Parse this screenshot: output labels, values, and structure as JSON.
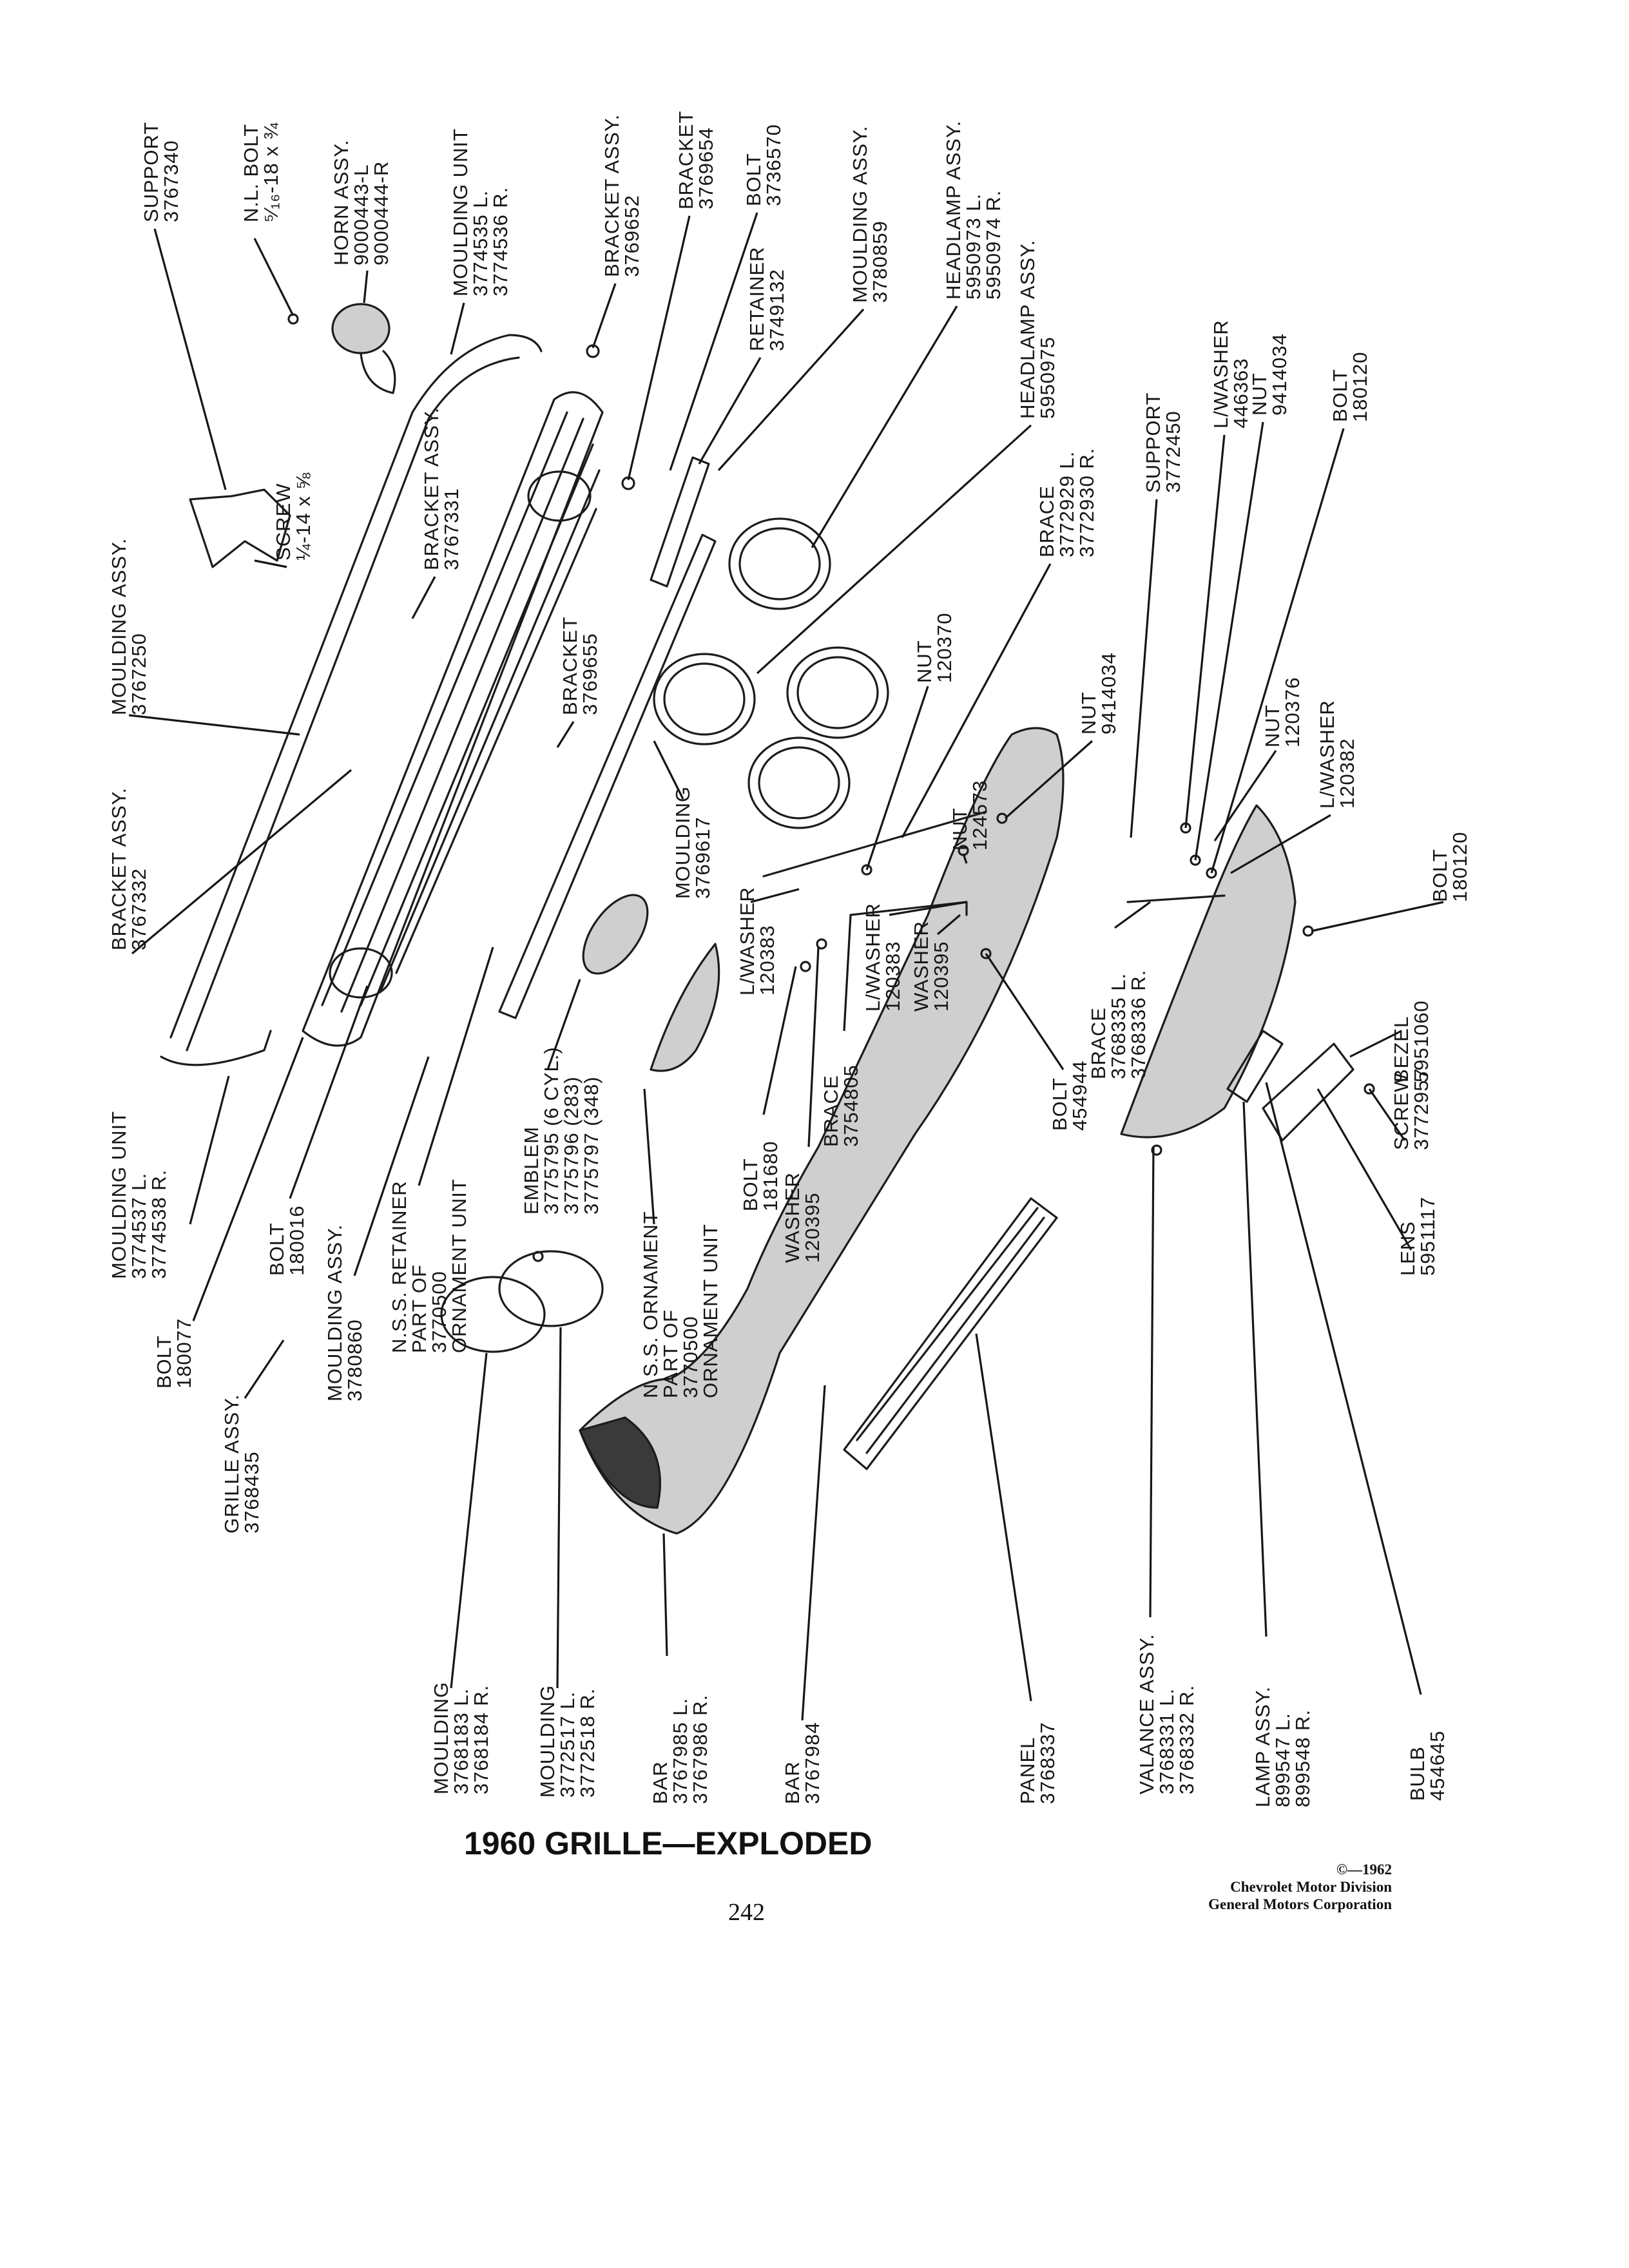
{
  "caption": "1960 GRILLE—EXPLODED",
  "page_number": "242",
  "copyright": {
    "line1": "©—1962",
    "line2": "Chevrolet Motor Division",
    "line3": "General Motors Corporation"
  },
  "parts": [
    {
      "id": "support-3767340",
      "lines": [
        "SUPPORT",
        "3767340"
      ]
    },
    {
      "id": "nl-bolt",
      "lines": [
        "N.L. BOLT",
        "⁵⁄₁₆-18 x ¾"
      ]
    },
    {
      "id": "horn-assy",
      "lines": [
        "HORN ASSY.",
        "9000443-L",
        "9000444-R"
      ]
    },
    {
      "id": "moulding-unit-3774535",
      "lines": [
        "MOULDING UNIT",
        "3774535 L.",
        "3774536 R."
      ]
    },
    {
      "id": "bracket-assy-3769652",
      "lines": [
        "BRACKET ASSY.",
        "3769652"
      ]
    },
    {
      "id": "bracket-3769654",
      "lines": [
        "BRACKET",
        "3769654"
      ]
    },
    {
      "id": "bolt-3736570",
      "lines": [
        "BOLT",
        "3736570"
      ]
    },
    {
      "id": "retainer-3749132",
      "lines": [
        "RETAINER",
        "3749132"
      ]
    },
    {
      "id": "moulding-assy-3780859",
      "lines": [
        "MOULDING ASSY.",
        "3780859"
      ]
    },
    {
      "id": "headlamp-assy-5950973",
      "lines": [
        "HEADLAMP ASSY.",
        "5950973 L.",
        "5950974 R."
      ]
    },
    {
      "id": "headlamp-assy-5950975",
      "lines": [
        "HEADLAMP ASSY.",
        "5950975"
      ]
    },
    {
      "id": "screw-quarter",
      "lines": [
        "SCREW",
        "¼-14 x ⅝"
      ]
    },
    {
      "id": "bracket-assy-3767331",
      "lines": [
        "BRACKET ASSY.",
        "3767331"
      ]
    },
    {
      "id": "moulding-assy-3767250",
      "lines": [
        "MOULDING ASSY.",
        "3767250"
      ]
    },
    {
      "id": "bracket-3769655",
      "lines": [
        "BRACKET",
        "3769655"
      ]
    },
    {
      "id": "bracket-assy-3767332",
      "lines": [
        "BRACKET ASSY.",
        "3767332"
      ]
    },
    {
      "id": "moulding-3769617",
      "lines": [
        "MOULDING",
        "3769617"
      ]
    },
    {
      "id": "nut-120370",
      "lines": [
        "NUT",
        "120370"
      ]
    },
    {
      "id": "brace-3772929",
      "lines": [
        "BRACE",
        "3772929 L.",
        "3772930 R."
      ]
    },
    {
      "id": "nut-9414034-a",
      "lines": [
        "NUT",
        "9414034"
      ]
    },
    {
      "id": "nut-124573",
      "lines": [
        "NUT",
        "124573"
      ]
    },
    {
      "id": "support-3772450",
      "lines": [
        "SUPPORT",
        "3772450"
      ]
    },
    {
      "id": "lwasher-446363",
      "lines": [
        "L/WASHER",
        "446363"
      ]
    },
    {
      "id": "nut-9414034-b",
      "lines": [
        "NUT",
        "9414034"
      ]
    },
    {
      "id": "bolt-180120-a",
      "lines": [
        "BOLT",
        "180120"
      ]
    },
    {
      "id": "nut-120376",
      "lines": [
        "NUT",
        "120376"
      ]
    },
    {
      "id": "lwasher-120382",
      "lines": [
        "L/WASHER",
        "120382"
      ]
    },
    {
      "id": "bolt-180120-b",
      "lines": [
        "BOLT",
        "180120"
      ]
    },
    {
      "id": "moulding-unit-3774537",
      "lines": [
        "MOULDING UNIT",
        "3774537 L.",
        "3774538 R."
      ]
    },
    {
      "id": "bolt-180077",
      "lines": [
        "BOLT",
        "180077"
      ]
    },
    {
      "id": "grille-assy",
      "lines": [
        "GRILLE ASSY.",
        "3768435"
      ]
    },
    {
      "id": "bolt-180016",
      "lines": [
        "BOLT",
        "180016"
      ]
    },
    {
      "id": "moulding-assy-3780860",
      "lines": [
        "MOULDING ASSY.",
        "3780860"
      ]
    },
    {
      "id": "nss-retainer",
      "lines": [
        "N.S.S. RETAINER",
        "PART OF",
        "3770500",
        "ORNAMENT UNIT"
      ]
    },
    {
      "id": "emblem",
      "lines": [
        "EMBLEM",
        "3775795 (6 CYL.)",
        "3775796 (283)",
        "3775797 (348)"
      ]
    },
    {
      "id": "nss-ornament",
      "lines": [
        "N.S.S. ORNAMENT",
        "PART OF",
        "3770500",
        "ORNAMENT UNIT"
      ]
    },
    {
      "id": "lwasher-120383-a",
      "lines": [
        "L/WASHER",
        "120383"
      ]
    },
    {
      "id": "bolt-181680",
      "lines": [
        "BOLT",
        "181680"
      ]
    },
    {
      "id": "washer-120395-a",
      "lines": [
        "WASHER",
        "120395"
      ]
    },
    {
      "id": "brace-3754805",
      "lines": [
        "BRACE",
        "3754805"
      ]
    },
    {
      "id": "lwasher-120383-b",
      "lines": [
        "L/WASHER",
        "120383"
      ]
    },
    {
      "id": "washer-120395-b",
      "lines": [
        "WASHER",
        "120395"
      ]
    },
    {
      "id": "bolt-454944",
      "lines": [
        "BOLT",
        "454944"
      ]
    },
    {
      "id": "brace-3768335",
      "lines": [
        "BRACE",
        "3768335 L.",
        "3768336 R."
      ]
    },
    {
      "id": "bezel-5951060",
      "lines": [
        "BEZEL",
        "5951060"
      ]
    },
    {
      "id": "screw-3772957",
      "lines": [
        "SCREW",
        "3772957"
      ]
    },
    {
      "id": "lens-5951117",
      "lines": [
        "LENS",
        "5951117"
      ]
    },
    {
      "id": "moulding-3768183",
      "lines": [
        "MOULDING",
        "3768183 L.",
        "3768184 R."
      ]
    },
    {
      "id": "moulding-3772517",
      "lines": [
        "MOULDING",
        "3772517 L.",
        "3772518 R."
      ]
    },
    {
      "id": "bar-3767985",
      "lines": [
        "BAR",
        "3767985 L.",
        "3767986 R."
      ]
    },
    {
      "id": "bar-3767984",
      "lines": [
        "BAR",
        "3767984"
      ]
    },
    {
      "id": "panel-3768337",
      "lines": [
        "PANEL",
        "3768337"
      ]
    },
    {
      "id": "valance-assy",
      "lines": [
        "VALANCE ASSY.",
        "3768331 L.",
        "3768332 R."
      ]
    },
    {
      "id": "lamp-assy",
      "lines": [
        "LAMP ASSY.",
        "899547 L.",
        "899548 R."
      ]
    },
    {
      "id": "bulb-454645",
      "lines": [
        "BULB",
        "454645"
      ]
    }
  ]
}
